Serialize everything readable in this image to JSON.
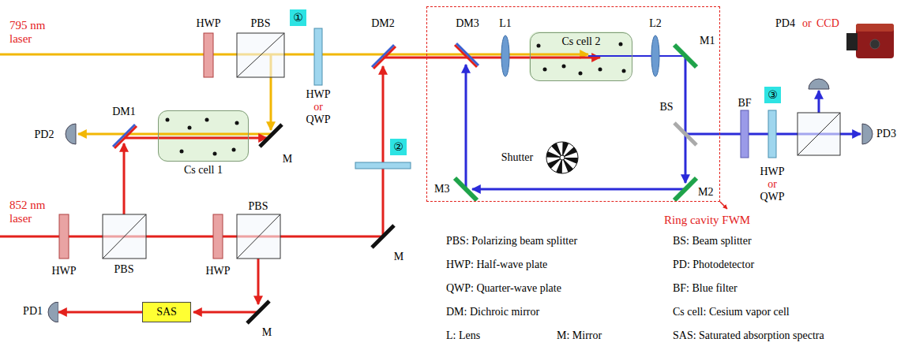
{
  "diagram": {
    "nodes": [
      {
        "text": [
          "①"
        ]
      },
      {
        "text": [
          "Cs cell 1"
        ]
      },
      {
        "text": [
          "②"
        ]
      },
      {
        "text": [
          "Ring cavity FWM"
        ]
      },
      {
        "text": [
          "Cs cell 2"
        ],
        "in": 3
      },
      {
        "text": [
          "③"
        ]
      },
      {
        "text": [
          "SAS"
        ]
      },
      {
        "text": [
          "PD1"
        ]
      }
    ],
    "edges": [
      {
        "from": 6,
        "to": 7,
        "arrow": "to"
      }
    ],
    "labels": [
      "795 nm laser",
      "HWP",
      "PBS",
      "DM2",
      "DM3",
      "L1",
      "L2",
      "PD4",
      "or",
      "CCD",
      "M1",
      "HWP",
      "or",
      "QWP",
      "DM1",
      "PD2",
      "BS",
      "BF",
      "PD3",
      "M",
      "Shutter",
      "HWP",
      "or",
      "QWP",
      "M3",
      "M2",
      "852 nm laser",
      "PBS",
      "PBS",
      "HWP",
      "HWP",
      "M",
      "PBS: Polarizing beam splitter",
      "BS: Beam splitter",
      "HWP: Half-wave plate",
      "PD: Photodetector",
      "QWP: Quarter-wave plate",
      "BF: Blue filter",
      "DM: Dichroic mirror",
      "Cs cell: Cesium vapor cell",
      "L: Lens",
      "M: Mirror",
      "SAS: Saturated absorption spectra",
      "M"
    ]
  }
}
